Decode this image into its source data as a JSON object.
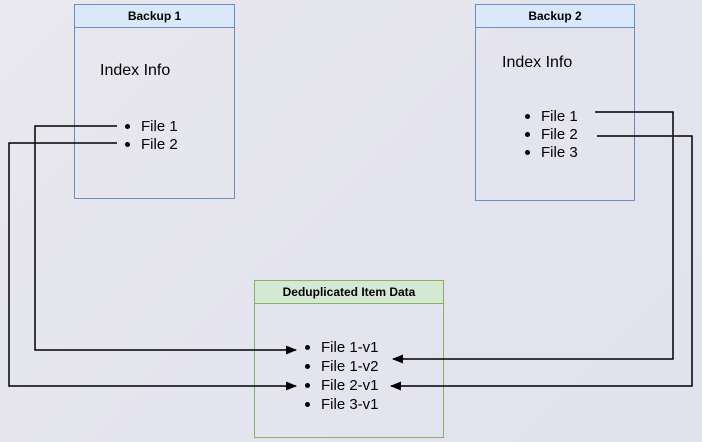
{
  "diagram": {
    "backup1": {
      "title": "Backup 1",
      "subtitle": "Index Info",
      "files": [
        "File 1",
        "File 2"
      ]
    },
    "backup2": {
      "title": "Backup 2",
      "subtitle": "Index Info",
      "files": [
        "File 1",
        "File 2",
        "File 3"
      ]
    },
    "dedup": {
      "title": "Deduplicated Item Data",
      "items": [
        "File 1-v1",
        "File 1-v2",
        "File 2-v1",
        "File 3-v1"
      ]
    },
    "connections": [
      {
        "from": "Backup 1 / File 1",
        "to": "File 1-v1"
      },
      {
        "from": "Backup 1 / File 2",
        "to": "File 2-v1"
      },
      {
        "from": "Backup 2 / File 1",
        "to": "File 1-v2"
      },
      {
        "from": "Backup 2 / File 2",
        "to": "File 2-v1"
      }
    ],
    "colors": {
      "background": "#e5e4ee",
      "blue_node_border": "#6c8ebf",
      "blue_node_header_fill": "#dae8fc",
      "green_node_border": "#82b366",
      "green_node_header_fill": "#d5e8d4",
      "connector": "#000000",
      "text": "#000000"
    }
  }
}
